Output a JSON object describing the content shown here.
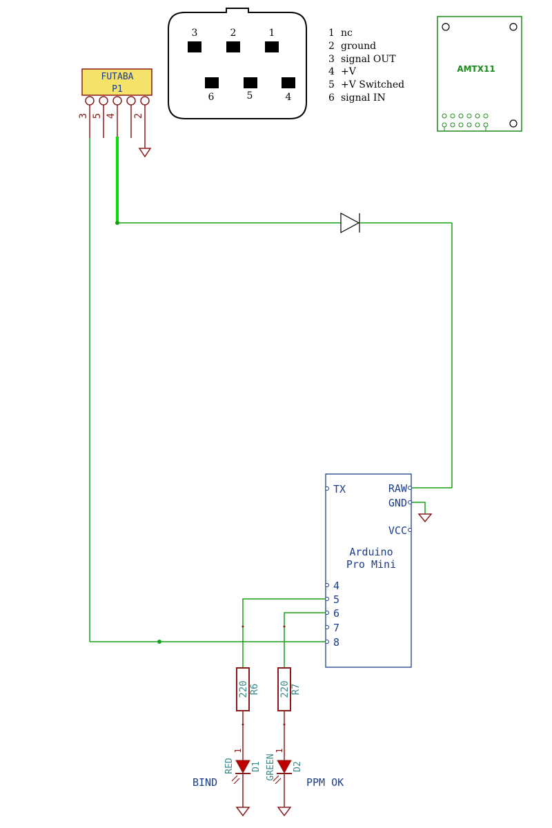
{
  "connector": {
    "top_pins": [
      "3",
      "2",
      "1"
    ],
    "bottom_pins": [
      "6",
      "5",
      "4"
    ]
  },
  "pin_legend": [
    {
      "num": "1",
      "desc": "nc"
    },
    {
      "num": "2",
      "desc": "ground"
    },
    {
      "num": "3",
      "desc": "signal OUT"
    },
    {
      "num": "4",
      "desc": "+V"
    },
    {
      "num": "5",
      "desc": "+V Switched"
    },
    {
      "num": "6",
      "desc": "signal IN"
    }
  ],
  "module": {
    "label": "AMTX11"
  },
  "futaba": {
    "title": "FUTABA",
    "ref": "P1",
    "pins": [
      "3",
      "5",
      "4",
      "2"
    ]
  },
  "arduino": {
    "name_line1": "Arduino",
    "name_line2": "Pro Mini",
    "left_pins": [
      "TX",
      "4",
      "5",
      "6",
      "7",
      "8"
    ],
    "right_pins": [
      "RAW",
      "GND",
      "VCC"
    ]
  },
  "resistors": [
    {
      "value": "220",
      "ref": "R6"
    },
    {
      "value": "220",
      "ref": "R7"
    }
  ],
  "leds": [
    {
      "color": "RED",
      "ref": "D1",
      "pin": "1",
      "label": "BIND"
    },
    {
      "color": "GREEN",
      "ref": "D2",
      "pin": "1",
      "label": "PPM OK"
    }
  ],
  "colors": {
    "wire": "#14a014",
    "highlight_wire": "#00e000",
    "schematic": "#8a1a1a",
    "label_blue": "#1a3c8a",
    "ref_teal": "#3a8a8a",
    "led_fill": "#c00000",
    "futaba_fill": "#f5e26a"
  }
}
